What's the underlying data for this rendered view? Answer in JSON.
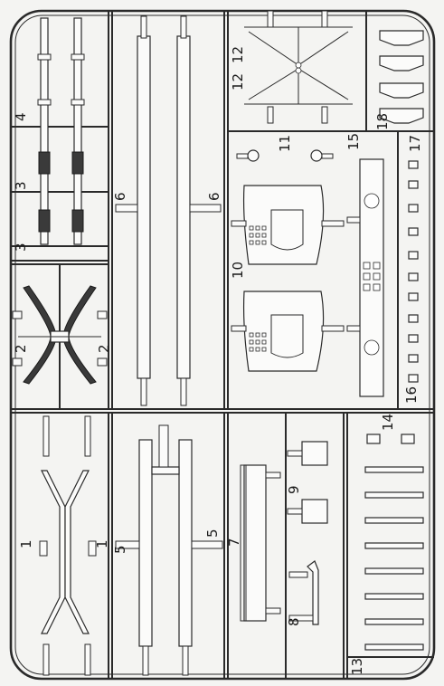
{
  "labels": {
    "p1a": "1",
    "p1b": "1",
    "p2a": "2",
    "p2b": "2",
    "p3a": "3",
    "p3b": "3",
    "p4": "4",
    "p5a": "5",
    "p5b": "5",
    "p6a": "6",
    "p6b": "6",
    "p7": "7",
    "p8": "8",
    "p9": "9",
    "p10": "10",
    "p11": "11",
    "p12a": "12",
    "p12b": "12",
    "p13": "13",
    "p14": "14",
    "p15": "15",
    "p16": "16",
    "p17": "17",
    "p18": "18"
  }
}
